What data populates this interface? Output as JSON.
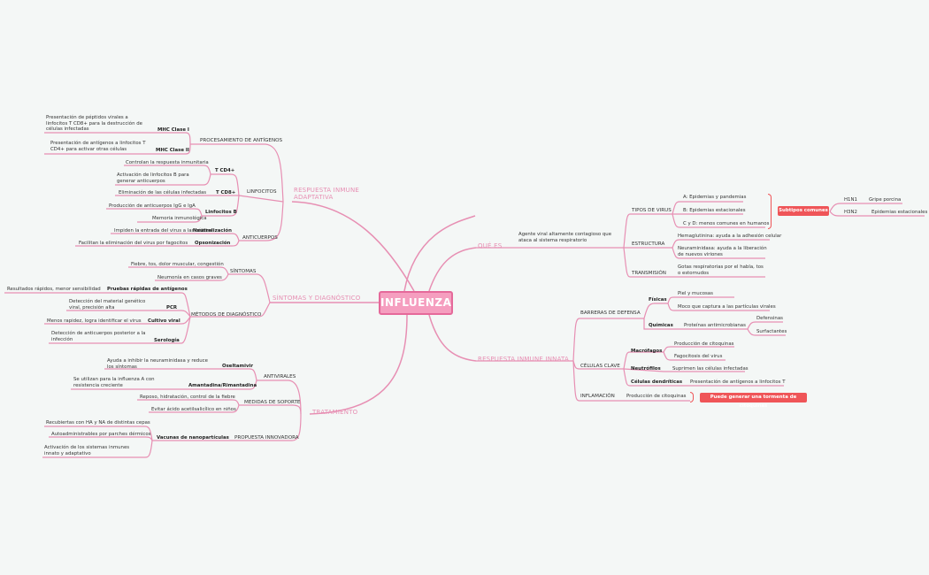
{
  "central": "INFLUENZA",
  "colors": {
    "line": "#e78fb3",
    "center_fill": "#f59ebf",
    "highlight": "#ef5558",
    "background": "#f4f7f6"
  },
  "left": {
    "adaptive": {
      "title": "RESPUESTA INMUNE ADAPTATIVA",
      "antigen_processing": {
        "label": "PROCESAMIENTO DE ANTÍGENOS",
        "mhc1": {
          "label": "MHC Clase I",
          "desc": "Presentación de péptidos virales a linfocitos T CD8+ para la destrucción de células infectadas"
        },
        "mhc2": {
          "label": "MHC Clase II",
          "desc": "Presentación de antígenos a linfocitos T CD4+ para activar otras células"
        }
      },
      "lymphocytes": {
        "label": "LINFOCITOS",
        "cd4": {
          "label": "T CD4+",
          "items": [
            "Controlan la respuesta inmunitaria",
            "Activación de linfocitos B para generar anticuerpos"
          ]
        },
        "cd8": {
          "label": "T CD8+",
          "items": [
            "Eliminación de las células infectadas"
          ]
        },
        "b": {
          "label": "Linfocitos B",
          "items": [
            "Producción de anticuerpos IgG e IgA",
            "Memoria inmunológica"
          ]
        }
      },
      "antibodies": {
        "label": "ANTICUERPOS",
        "neutral": {
          "label": "Neutralización",
          "desc": "Impiden la entrada del virus a las células"
        },
        "opson": {
          "label": "Opsonización",
          "desc": "Facilitan la eliminación del virus por fagocitos"
        }
      }
    },
    "symptoms": {
      "title": "SÍNTOMAS Y DIAGNÓSTICO",
      "sintomas": {
        "label": "SÍNTOMAS",
        "items": [
          "Fiebre, tos, dolor muscular, congestión",
          "Neumonía en casos graves"
        ]
      },
      "diagnosis": {
        "label": "MÉTODOS DE DIAGNÓSTICO",
        "rapid": {
          "label": "Pruebas rápidas de antígenos",
          "desc": "Resultados rápidos, menor sensibilidad"
        },
        "pcr": {
          "label": "PCR",
          "desc": "Detección del material genético viral, precisión alta"
        },
        "culture": {
          "label": "Cultivo viral",
          "desc": "Menos rapidez, logra identificar el virus"
        },
        "serology": {
          "label": "Serología",
          "desc": "Detección de anticuerpos posterior a la infección"
        }
      }
    },
    "treatment": {
      "title": "TRATAMIENTO",
      "antivirals": {
        "label": "ANTIVIRALES",
        "osel": {
          "label": "Oseltamivir",
          "desc": "Ayuda a inhibir la neuraminidasa y reduce los síntomas"
        },
        "amant": {
          "label": "Amantadina/Rimantadina",
          "desc": "Se utilizan para la influenza A con resistencia creciente"
        }
      },
      "support": {
        "label": "MEDIDAS DE SOPORTE",
        "items": [
          "Reposo, hidratación, control de la fiebre",
          "Evitar ácido acetilsalicílico en niños"
        ]
      },
      "innovative": {
        "label": "PROPUESTA INNOVADORA",
        "nano": {
          "label": "Vacunas de nanopartículas",
          "items": [
            "Recubiertas con HA y NA de distintas cepas",
            "Autoadministrables por parches dérmicos",
            "Activación de los sistemas inmunes innato y adaptativo"
          ]
        }
      }
    }
  },
  "right": {
    "what": {
      "title": "QUÉ ES",
      "desc": "Agente viral altamente contagioso que ataca al sistema respiratorio",
      "types": {
        "label": "TIPOS DE VIRUS",
        "items": [
          "A: Epidemias y pandemias",
          "B: Epidemias estacionales",
          "C y D: menos comunes en humanos"
        ],
        "subtypes_label": "Subtipos comunes",
        "subtypes": [
          {
            "name": "H1N1",
            "desc": "Gripe porcina"
          },
          {
            "name": "H3N2",
            "desc": "Epidemias estacionales"
          }
        ]
      },
      "structure": {
        "label": "ESTRUCTURA",
        "items": [
          "Hemaglutinina: ayuda a la adhesión celular",
          "Neuraminidasa: ayuda a la liberación de nuevos viriones"
        ]
      },
      "transmission": {
        "label": "TRANSMISIÓN",
        "desc": "Gotas respiratorias por el habla, tos o estornudos"
      }
    },
    "innate": {
      "title": "RESPUESTA INMUNE INNATA",
      "barriers": {
        "label": "BARRERAS DE DEFENSA",
        "physical": {
          "label": "Físicas",
          "items": [
            "Piel y mucosas",
            "Moco que captura a las partículas virales"
          ]
        },
        "chemical": {
          "label": "Químicas",
          "desc": "Proteínas antimicrobianas",
          "items": [
            "Defensinas",
            "Surfactantes"
          ]
        }
      },
      "cells": {
        "label": "CÉLULAS CLAVE",
        "macro": {
          "label": "Macrófagos",
          "items": [
            "Producción de citoquinas",
            "Fagocitosis del virus"
          ]
        },
        "neutro": {
          "label": "Neutrófilos",
          "desc": "Suprimen las células infectadas"
        },
        "dendritic": {
          "label": "Células dendríticas",
          "desc": "Presentación de antígenos a linfocitos T"
        }
      },
      "inflammation": {
        "label": "INFLAMACIÓN",
        "desc": "Producción de citoquinas",
        "note": "Puede generar una tormenta de citoquinas"
      }
    }
  }
}
